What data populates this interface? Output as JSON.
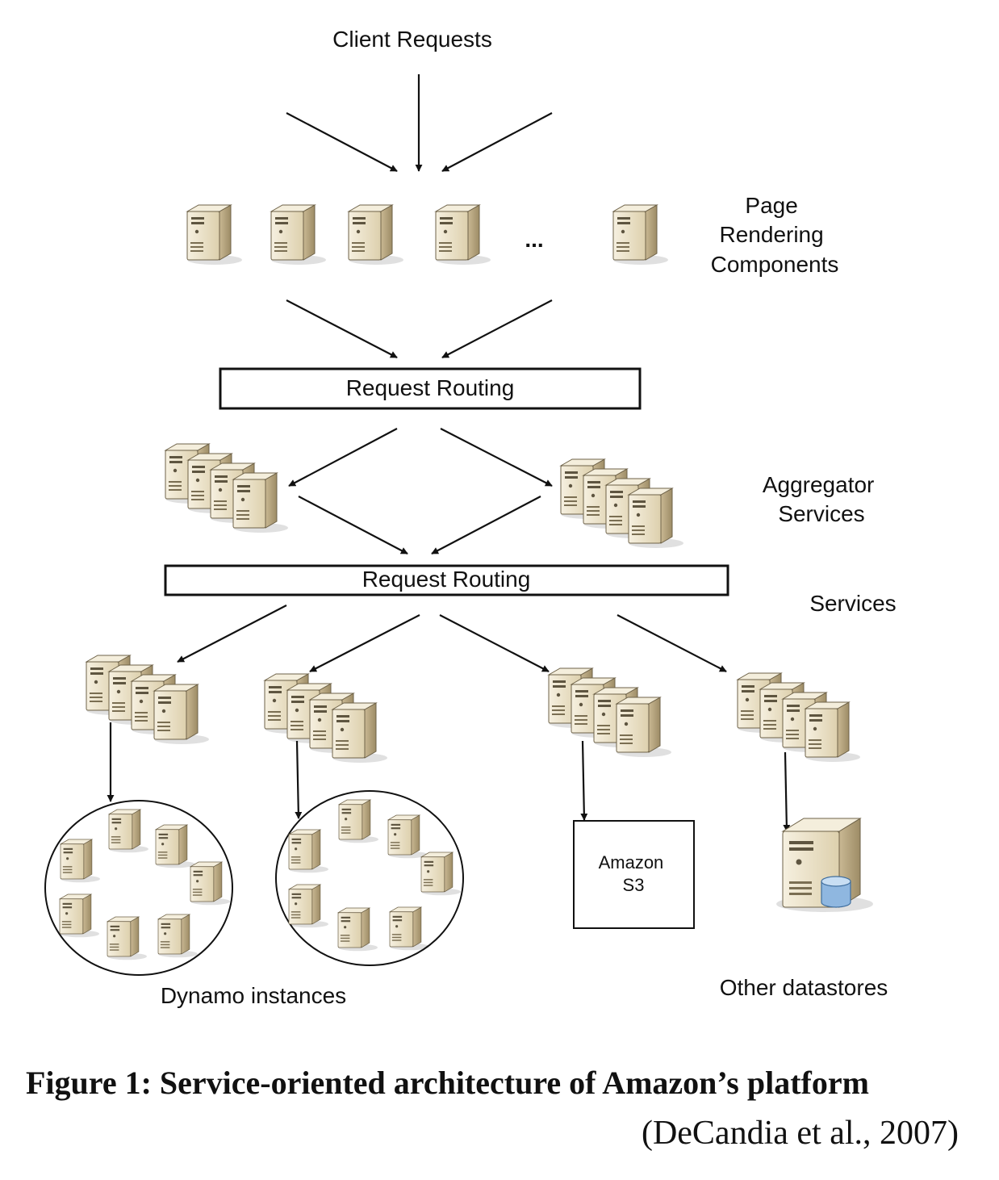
{
  "labels": {
    "client_requests": "Client Requests",
    "page_rendering": [
      "Page",
      "Rendering",
      "Components"
    ],
    "ellipsis": "...",
    "request_routing_1": "Request Routing",
    "aggregator": [
      "Aggregator",
      "Services"
    ],
    "request_routing_2": "Request Routing",
    "services": "Services",
    "amazon_s3": [
      "Amazon",
      "S3"
    ],
    "dynamo_instances": "Dynamo instances",
    "other_datastores": "Other datastores"
  },
  "caption": {
    "title": "Figure 1: Service-oriented architecture of Amazon’s platform",
    "citation": "(DeCandia et al., 2007)"
  },
  "icons": {
    "server": "server-icon",
    "server_cluster": "server-cluster-icon",
    "datastore": "database-server-icon"
  },
  "colors": {
    "server_body": "#e7dcc0",
    "server_side": "#b3a27c",
    "server_top": "#f3ecd8",
    "line": "#111111"
  }
}
